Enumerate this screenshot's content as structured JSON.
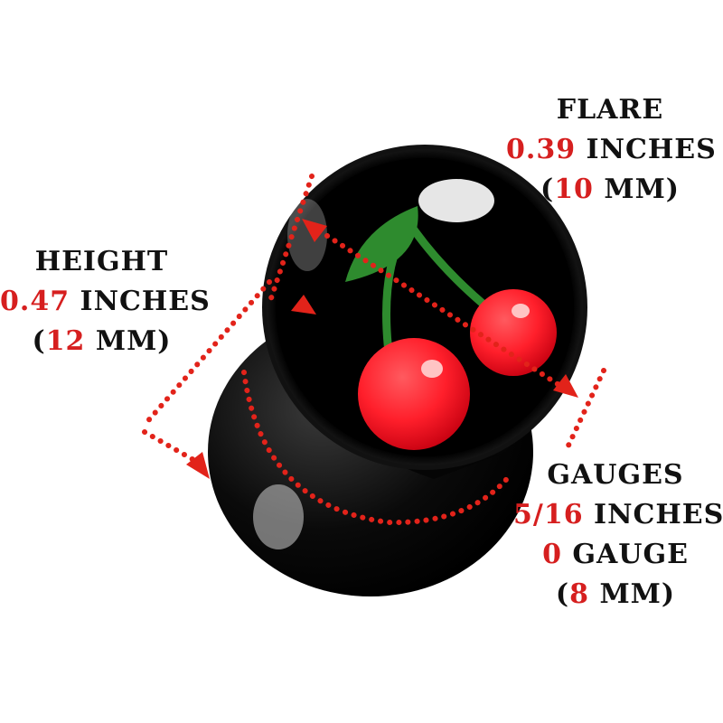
{
  "flare": {
    "title": "FLARE",
    "value": "0.39",
    "unit": "INCHES",
    "open": "(",
    "mm_value": "10",
    "mm_unit": "MM)"
  },
  "height": {
    "title": "HEIGHT",
    "value": "0.47",
    "unit": "INCHES",
    "open": "(",
    "mm_value": "12",
    "mm_unit": "MM)"
  },
  "gauges": {
    "title": "GAUGES",
    "value": "5/16",
    "unit": "INCHES",
    "gauge_value": "0",
    "gauge_unit": "GAUGE",
    "open": "(",
    "mm_value": "8",
    "mm_unit": "MM)"
  },
  "colors": {
    "accent": "#d61f1f",
    "text": "#111111",
    "plug": "#000000",
    "cherry": "#ff1f2b",
    "leaf": "#2e8b2e"
  }
}
